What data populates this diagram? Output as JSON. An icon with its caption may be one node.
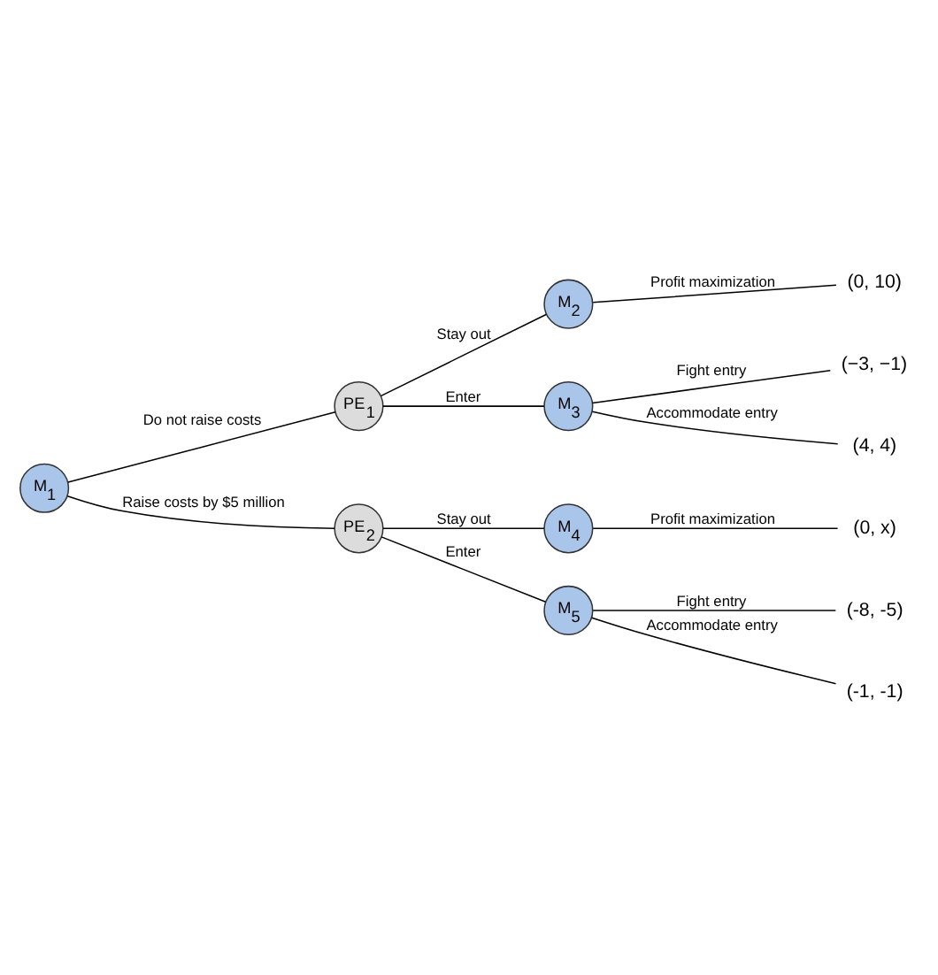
{
  "diagram": {
    "nodes": [
      {
        "text": [
          "M$_{1}$"
        ]
      },
      {
        "text": [
          "PE$_{1}$"
        ]
      },
      {
        "text": [
          "M$_{2}$"
        ]
      },
      {
        "text": [
          "(0, 10)"
        ]
      },
      {
        "text": [
          "M$_{3}$"
        ]
      },
      {
        "text": [
          "(−3, −1)"
        ]
      },
      {
        "text": [
          "(4, 4)"
        ]
      },
      {
        "text": [
          "PE$_{2}$"
        ]
      },
      {
        "text": [
          "M$_{4}$"
        ]
      },
      {
        "text": [
          "(0, x)"
        ]
      },
      {
        "text": [
          "M$_{5}$"
        ]
      },
      {
        "text": [
          "(-8, -5)"
        ]
      },
      {
        "text": [
          "(-1, -1)"
        ]
      }
    ],
    "edges": [
      {
        "from": 0,
        "to": 1,
        "arrow": "none",
        "label": "Do not raise costs"
      },
      {
        "from": 0,
        "to": 7,
        "arrow": "none",
        "label": "Raise costs by $5 million"
      },
      {
        "from": 1,
        "to": 2,
        "arrow": "none",
        "label": "Stay out"
      },
      {
        "from": 1,
        "to": 4,
        "arrow": "none",
        "label": "Enter"
      },
      {
        "from": 2,
        "to": 3,
        "arrow": "none",
        "label": "Profit maximization"
      },
      {
        "from": 4,
        "to": 5,
        "arrow": "none",
        "label": "Fight entry"
      },
      {
        "from": 4,
        "to": 6,
        "arrow": "none",
        "label": "Accommodate entry"
      },
      {
        "from": 7,
        "to": 8,
        "arrow": "none",
        "label": "Stay out"
      },
      {
        "from": 7,
        "to": 10,
        "arrow": "none",
        "label": "Enter"
      },
      {
        "from": 8,
        "to": 9,
        "arrow": "none",
        "label": "Profit maximization"
      },
      {
        "from": 10,
        "to": 11,
        "arrow": "none",
        "label": "Fight entry"
      },
      {
        "from": 10,
        "to": 12,
        "arrow": "none",
        "label": "Accommodate entry"
      }
    ]
  }
}
